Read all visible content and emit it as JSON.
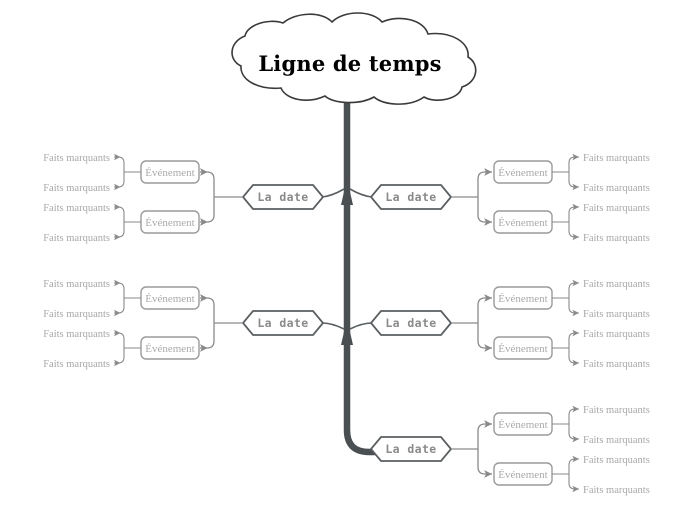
{
  "diagram": {
    "title": "Ligne de temps",
    "type": "mind-map-timeline",
    "colors": {
      "background": "#ffffff",
      "trunk": "#4a4f52",
      "cloud_stroke": "#3a3a3a",
      "cloud_text": "#000000",
      "date_stroke": "#5a5f62",
      "date_text": "#8a8a8a",
      "event_stroke": "#9a9a9a",
      "event_text": "#aaaaaa",
      "fact_text": "#a8a8a8",
      "connector": "#8a8a8a"
    },
    "root": {
      "label": "Ligne de temps",
      "shape": "cloud"
    },
    "branches": [
      {
        "id": "branch-left-1",
        "side": "left",
        "date_label": "La date",
        "events": [
          {
            "label": "Événement",
            "facts": [
              "Faits marquants",
              "Faits marquants"
            ]
          },
          {
            "label": "Événement",
            "facts": [
              "Faits marquants",
              "Faits marquants"
            ]
          }
        ]
      },
      {
        "id": "branch-left-2",
        "side": "left",
        "date_label": "La date",
        "events": [
          {
            "label": "Événement",
            "facts": [
              "Faits marquants",
              "Faits marquants"
            ]
          },
          {
            "label": "Événement",
            "facts": [
              "Faits marquants",
              "Faits marquants"
            ]
          }
        ]
      },
      {
        "id": "branch-right-1",
        "side": "right",
        "date_label": "La date",
        "events": [
          {
            "label": "Événement",
            "facts": [
              "Faits marquants",
              "Faits marquants"
            ]
          },
          {
            "label": "Événement",
            "facts": [
              "Faits marquants",
              "Faits marquants"
            ]
          }
        ]
      },
      {
        "id": "branch-right-2",
        "side": "right",
        "date_label": "La date",
        "events": [
          {
            "label": "Événement",
            "facts": [
              "Faits marquants",
              "Faits marquants"
            ]
          },
          {
            "label": "Événement",
            "facts": [
              "Faits marquants",
              "Faits marquants"
            ]
          }
        ]
      },
      {
        "id": "branch-right-3",
        "side": "right",
        "date_label": "La date",
        "events": [
          {
            "label": "Événement",
            "facts": [
              "Faits marquants",
              "Faits marquants"
            ]
          },
          {
            "label": "Événement",
            "facts": [
              "Faits marquants",
              "Faits marquants"
            ]
          }
        ]
      }
    ]
  }
}
